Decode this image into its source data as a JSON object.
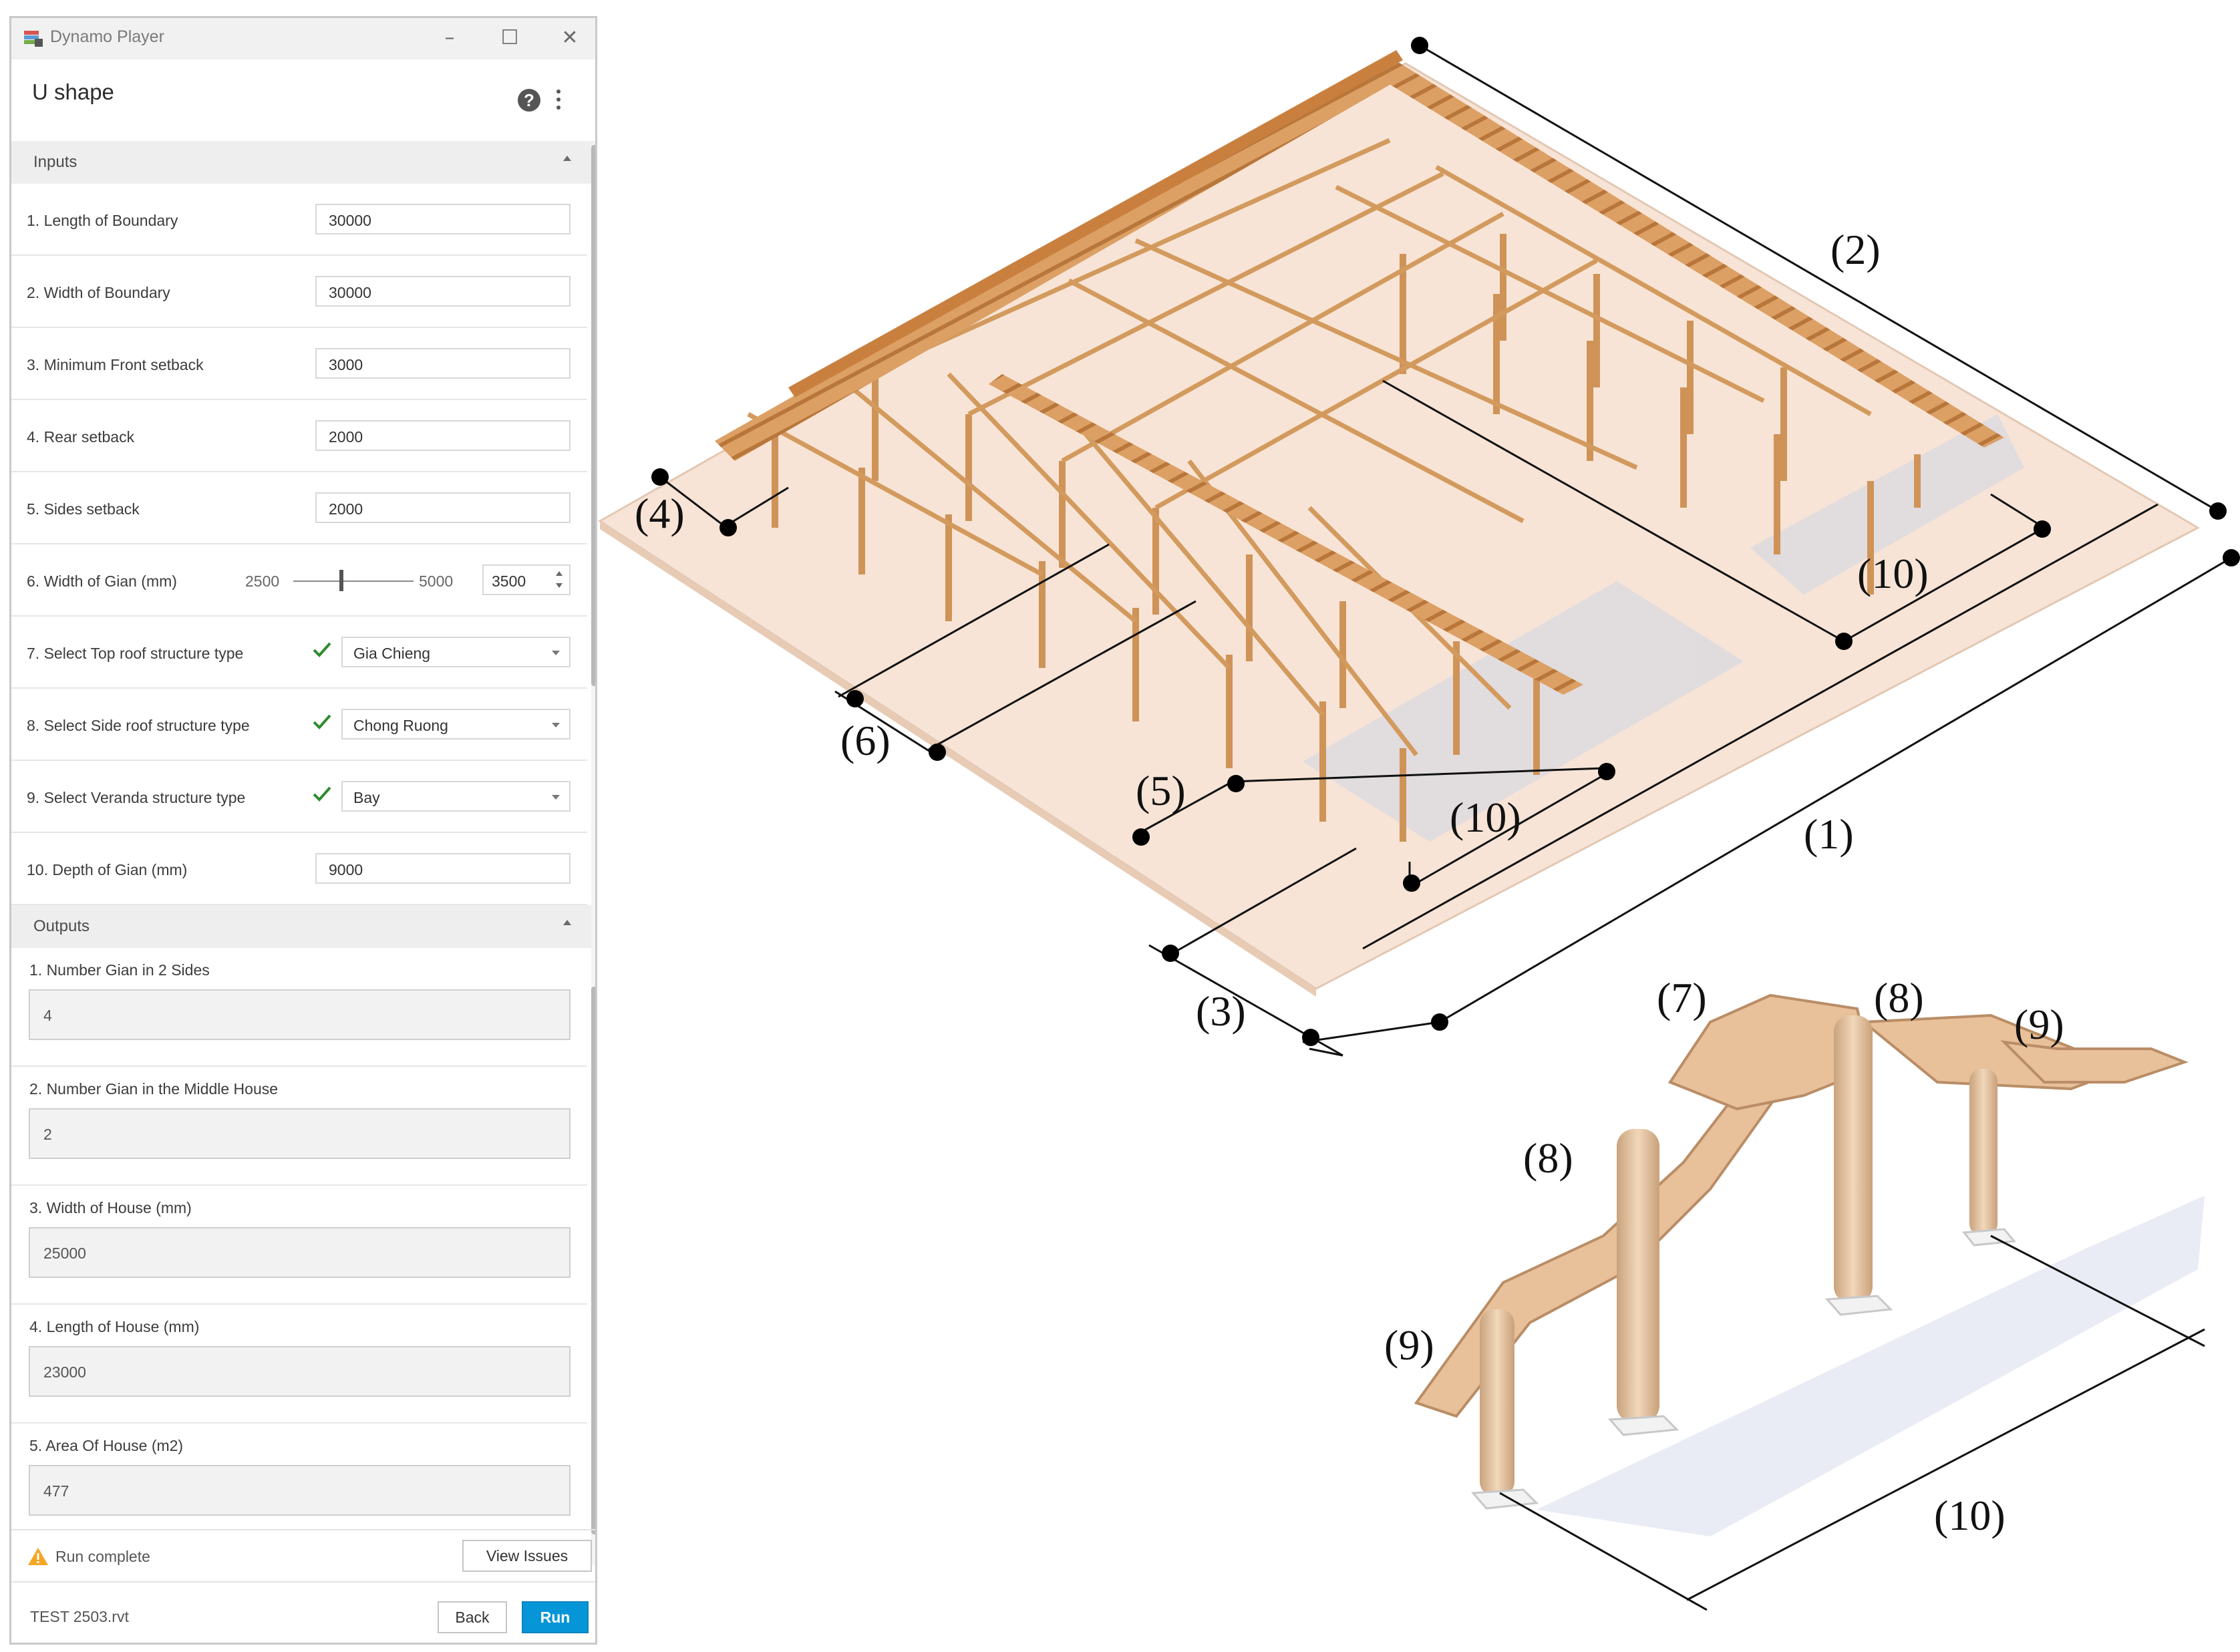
{
  "window": {
    "app_title": "Dynamo Player",
    "minimize_icon": "minimize-icon",
    "maximize_icon": "maximize-icon",
    "close_icon": "close-icon"
  },
  "graph": {
    "name": "U shape",
    "help_icon": "question-icon",
    "menu_icon": "kebab-menu-icon"
  },
  "inputs": {
    "title": "Inputs",
    "length_of_boundary": {
      "label": "1. Length of Boundary",
      "value": "30000"
    },
    "width_of_boundary": {
      "label": "2. Width of Boundary",
      "value": "30000"
    },
    "min_front_setback": {
      "label": "3. Minimum Front setback",
      "value": "3000"
    },
    "rear_setback": {
      "label": "4. Rear setback",
      "value": "2000"
    },
    "sides_setback": {
      "label": "5. Sides setback",
      "value": "2000"
    },
    "width_of_gian": {
      "label": "6. Width of Gian (mm)",
      "min": "2500",
      "max": "5000",
      "value": "3500",
      "slider_fraction": 0.4
    },
    "top_roof_type": {
      "label": "7. Select Top roof structure type",
      "value": "Gia Chieng"
    },
    "side_roof_type": {
      "label": "8. Select Side roof structure type",
      "value": "Chong Ruong"
    },
    "veranda_type": {
      "label": "9. Select Veranda structure type",
      "value": "Bay"
    },
    "depth_of_gian": {
      "label": "10. Depth of Gian (mm)",
      "value": "9000"
    }
  },
  "outputs": {
    "title": "Outputs",
    "number_gian_2_sides": {
      "label": "1. Number Gian in 2 Sides",
      "value": "4"
    },
    "number_gian_middle": {
      "label": "2. Number Gian in the Middle House",
      "value": "2"
    },
    "width_of_house": {
      "label": "3. Width of House (mm)",
      "value": "25000"
    },
    "length_of_house": {
      "label": "4. Length of House (mm)",
      "value": "23000"
    },
    "area_of_house": {
      "label": "5. Area Of House (m2)",
      "value": "477"
    }
  },
  "status": {
    "text": "Run complete",
    "view_issues": "View Issues",
    "warning_color": "#f5a623"
  },
  "footer": {
    "file_name": "TEST 2503.rvt",
    "back": "Back",
    "run": "Run",
    "run_color": "#0696d7"
  },
  "diagram_labels": {
    "c1": "(1)",
    "c2": "(2)",
    "c3": "(3)",
    "c4": "(4)",
    "c5": "(5)",
    "c6": "(6)",
    "c10a": "(10)",
    "c10b": "(10)",
    "d7": "(7)",
    "d8a": "(8)",
    "d8b": "(8)",
    "d9a": "(9)",
    "d9b": "(9)",
    "d10": "(10)"
  },
  "colors": {
    "wood": "#d9a064",
    "wood_dark": "#b8763c",
    "plot": "#f7e6d9",
    "accent": "#0696d7",
    "check": "#2e8b2e"
  }
}
